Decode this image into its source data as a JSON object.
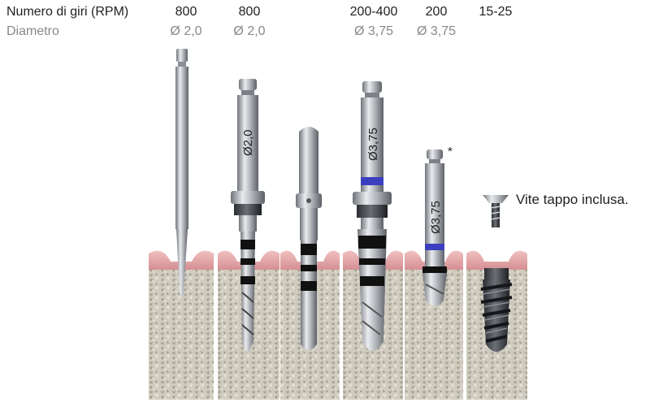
{
  "header": {
    "rpm_label": "Numero di giri (RPM)",
    "diameter_label": "Diametro"
  },
  "columns": [
    {
      "rpm": "800",
      "diameter": "Ø 2,0"
    },
    {
      "rpm": "800",
      "diameter": "Ø 2,0"
    },
    {
      "rpm": "",
      "diameter": ""
    },
    {
      "rpm": "200-400",
      "diameter": "Ø 3,75"
    },
    {
      "rpm": "200",
      "diameter": "Ø 3,75"
    },
    {
      "rpm": "15-25",
      "diameter": ""
    }
  ],
  "tool_markings": {
    "pilot_drill": "Ø2,0",
    "twist_drill": "Ø3,75",
    "countersink": "Ø3,75"
  },
  "asterisk": "*",
  "cover_screw_caption": "Vite tappo inclusa.",
  "colors": {
    "gum": "#e7a9a9",
    "bone": "#cfcbbf",
    "steel": "#b9bcc1",
    "band_black": "#111111",
    "band_blue": "#3b3fbf"
  }
}
